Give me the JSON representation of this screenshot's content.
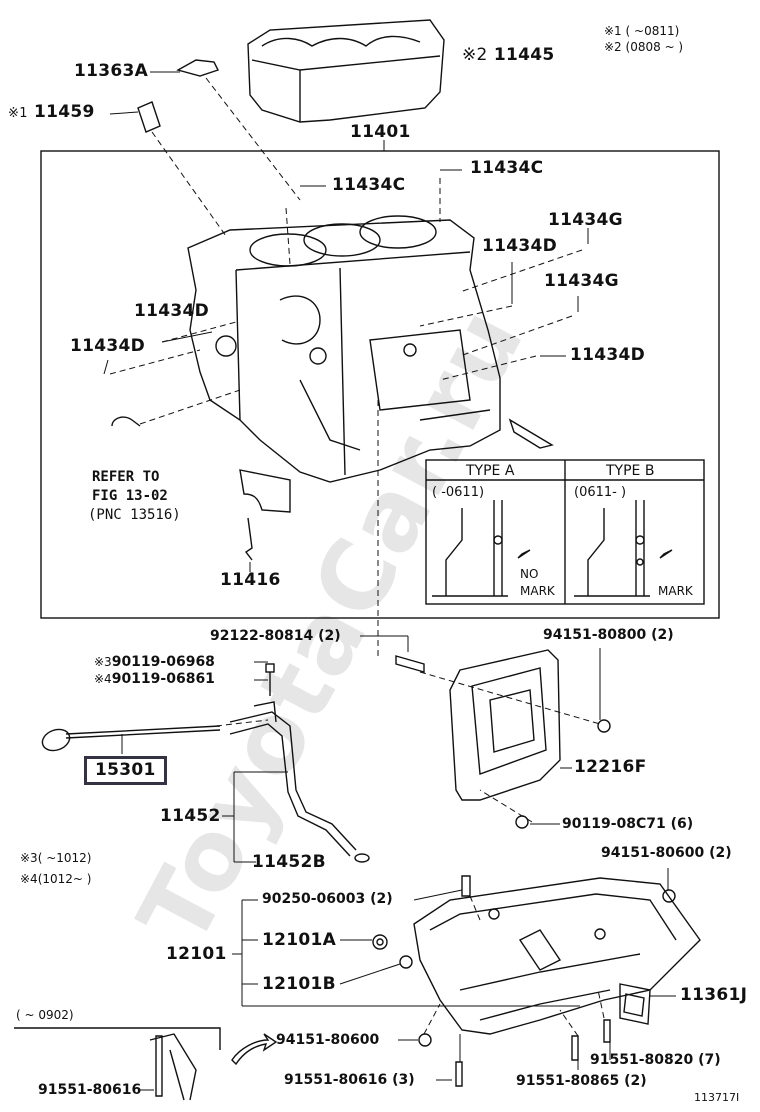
{
  "watermark": "ToyotaCar.ru",
  "notes_top": [
    {
      "mark": "※1",
      "text": "(       ~0811)"
    },
    {
      "mark": "※2",
      "text": "(0808 ~      )"
    }
  ],
  "notes_mid": [
    {
      "mark": "※3",
      "text": "(     ~1012)"
    },
    {
      "mark": "※4",
      "text": "(1012~      )"
    }
  ],
  "note_bottom_left": "(        ~ 0902)",
  "refer": {
    "line1": "REFER TO",
    "line2": "FIG 13-02",
    "line3": "(PNC 13516)"
  },
  "type_table": {
    "a_title": "TYPE A",
    "b_title": "TYPE B",
    "a_range": "(       -0611)",
    "b_range": "(0611-       )",
    "no_mark_line1": "NO",
    "no_mark_line2": "MARK",
    "mark": "MARK"
  },
  "parts": {
    "p11363A": "11363A",
    "p11445": "11445",
    "p11445_mark": "※2",
    "p11459": "11459",
    "p11459_mark": "※1",
    "p11401": "11401",
    "p11434C_a": "11434C",
    "p11434C_b": "11434C",
    "p11434G_a": "11434G",
    "p11434G_b": "11434G",
    "p11434D_a": "11434D",
    "p11434D_b": "11434D",
    "p11434D_c": "11434D",
    "p11434D_d": "11434D",
    "p11416": "11416",
    "p92122": "92122-80814 (2)",
    "p94151_80800": "94151-80800 (2)",
    "p90119_06968": "90119-06968",
    "p90119_06968_mark": "※3",
    "p90119_06861": "90119-06861",
    "p90119_06861_mark": "※4",
    "p15301": "15301",
    "p12216F": "12216F",
    "p11452": "11452",
    "p90119_08C71": "90119-08C71 (6)",
    "p11452B": "11452B",
    "p94151_80600_2": "94151-80600 (2)",
    "p90250": "90250-06003 (2)",
    "p12101": "12101",
    "p12101A": "12101A",
    "p12101B": "12101B",
    "p11361J": "11361J",
    "p94151_80600": "94151-80600",
    "p91551_80820": "91551-80820 (7)",
    "p91551_80616": "91551-80616",
    "p91551_80616_3": "91551-80616 (3)",
    "p91551_80865": "91551-80865 (2)"
  },
  "figure_id": "113717I"
}
